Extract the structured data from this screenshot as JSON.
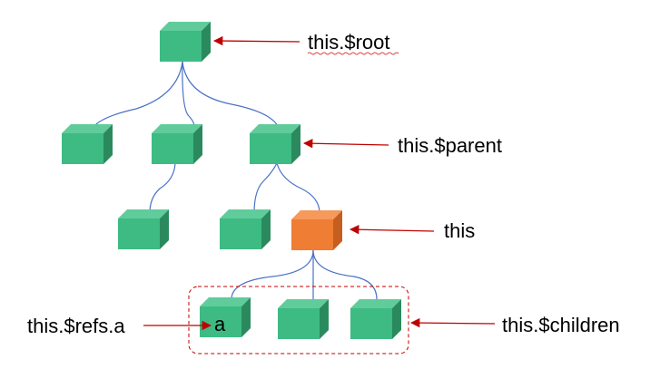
{
  "labels": {
    "root": "this.$root",
    "parent": "this.$parent",
    "this": "this",
    "children": "this.$children",
    "refs": "this.$refs.a",
    "node_a": "a"
  },
  "colors": {
    "node_face": "#3dbb83",
    "node_top": "#61cc9b",
    "node_side": "#2a8a5e",
    "current_face": "#ef7d33",
    "current_top": "#f59a5a",
    "current_side": "#c45f1f",
    "connector": "#4a72c4",
    "arrow": "#c00000",
    "children_box": "#c00000",
    "squiggle": "#e04040"
  },
  "icons": {
    "node": "green-cube-icon",
    "current_node": "orange-cube-icon"
  }
}
